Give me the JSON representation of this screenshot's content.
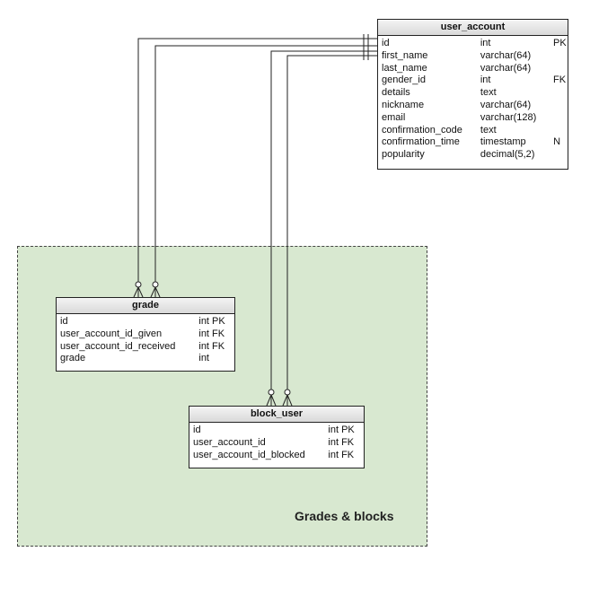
{
  "diagram": {
    "area_label": "Grades & blocks",
    "tables": {
      "user_account": {
        "name": "user_account",
        "columns": [
          {
            "name": "id",
            "type": "int",
            "key": "PK"
          },
          {
            "name": "first_name",
            "type": "varchar(64)",
            "key": ""
          },
          {
            "name": "last_name",
            "type": "varchar(64)",
            "key": ""
          },
          {
            "name": "gender_id",
            "type": "int",
            "key": "FK"
          },
          {
            "name": "details",
            "type": "text",
            "key": ""
          },
          {
            "name": "nickname",
            "type": "varchar(64)",
            "key": ""
          },
          {
            "name": "email",
            "type": "varchar(128)",
            "key": ""
          },
          {
            "name": "confirmation_code",
            "type": "text",
            "key": ""
          },
          {
            "name": "confirmation_time",
            "type": "timestamp",
            "key": "N"
          },
          {
            "name": "popularity",
            "type": "decimal(5,2)",
            "key": ""
          }
        ]
      },
      "grade": {
        "name": "grade",
        "columns": [
          {
            "name": "id",
            "type": "int PK"
          },
          {
            "name": "user_account_id_given",
            "type": "int FK"
          },
          {
            "name": "user_account_id_received",
            "type": "int FK"
          },
          {
            "name": "grade",
            "type": "int"
          }
        ]
      },
      "block_user": {
        "name": "block_user",
        "columns": [
          {
            "name": "id",
            "type": "int PK"
          },
          {
            "name": "user_account_id",
            "type": "int FK"
          },
          {
            "name": "user_account_id_blocked",
            "type": "int FK"
          }
        ]
      }
    }
  }
}
